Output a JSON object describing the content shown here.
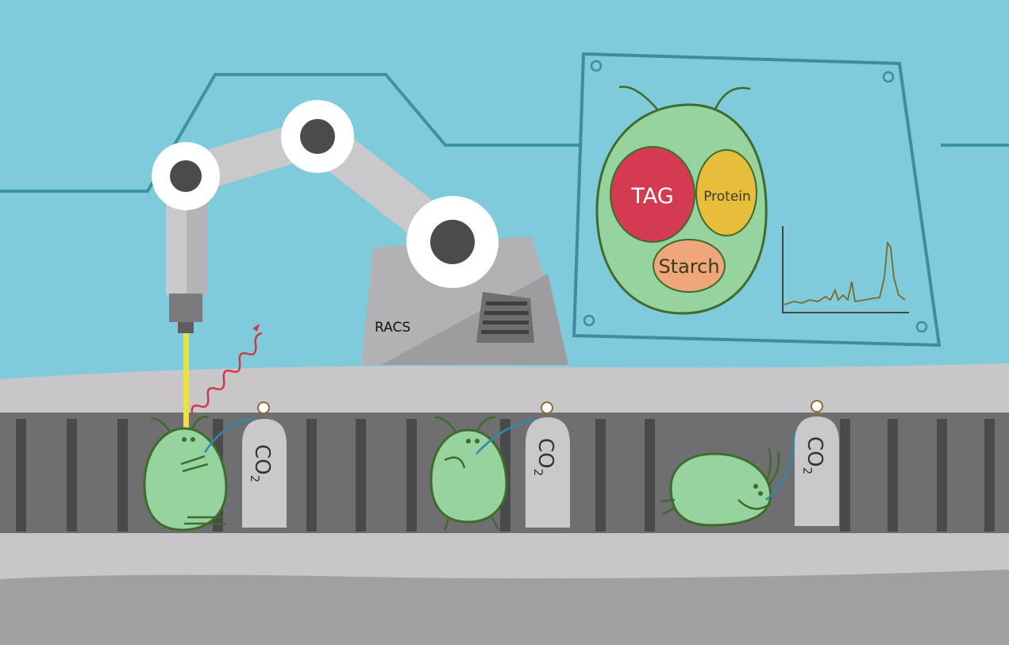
{
  "machine": {
    "label": "RACS"
  },
  "cell_panel": {
    "compartments": [
      {
        "label": "TAG",
        "color": "#d43a52"
      },
      {
        "label": "Protein",
        "color": "#e7bd3b"
      },
      {
        "label": "Starch",
        "color": "#eea67a"
      }
    ]
  },
  "tanks": [
    {
      "label": "CO",
      "subscript": "2"
    },
    {
      "label": "CO",
      "subscript": "2"
    },
    {
      "label": "CO",
      "subscript": "2"
    }
  ],
  "colors": {
    "background": "#7fcadb",
    "circuit": "#3a94a1",
    "cell_fill": "#97d39f",
    "cell_stroke": "#3f6b2b",
    "laser": "#f1e22c",
    "scatter_wave": "#d0384c"
  }
}
